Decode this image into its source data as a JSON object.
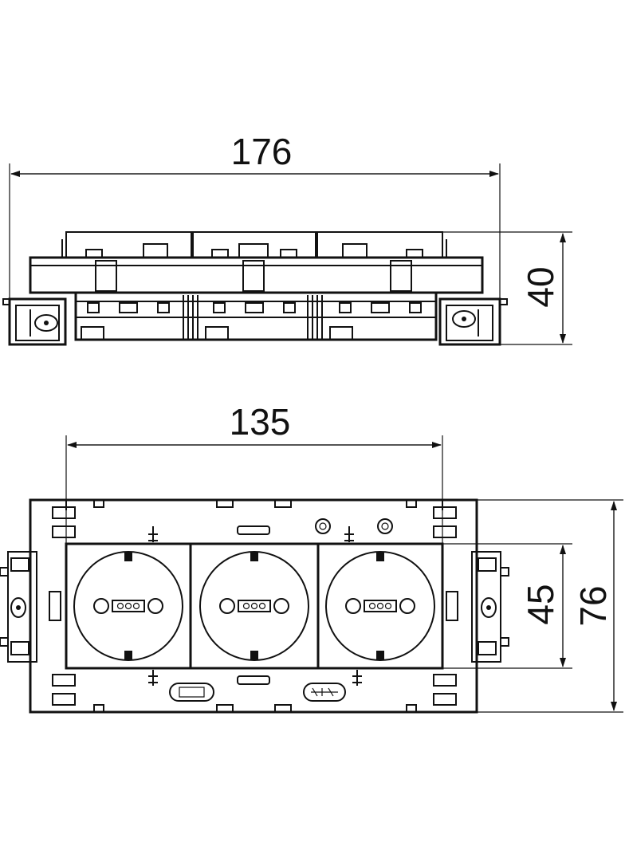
{
  "drawing": {
    "dimensions": {
      "side_width": "176",
      "side_height": "40",
      "front_inner_width": "135",
      "front_inner_height": "45",
      "front_total_height": "76"
    },
    "colors": {
      "line": "#111111",
      "background": "#ffffff"
    },
    "views": [
      "side-view",
      "front-view"
    ],
    "socket_count": 3
  }
}
